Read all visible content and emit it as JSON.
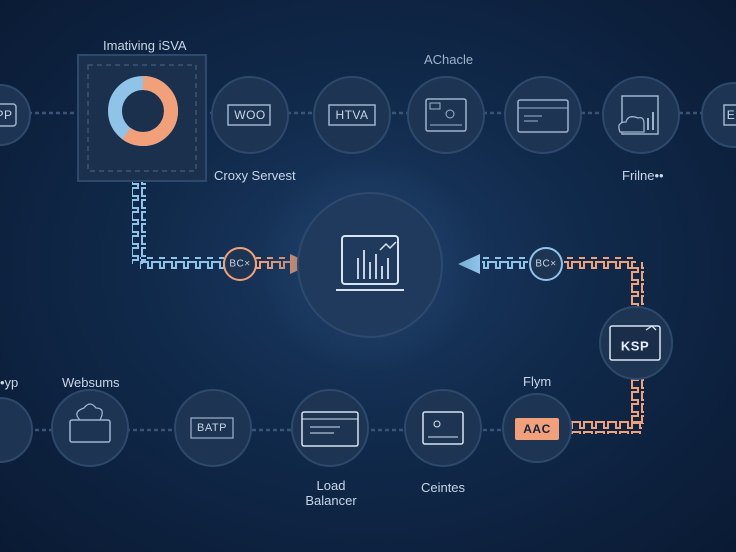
{
  "labels": {
    "top_left": "Imativing iSVA",
    "top_center": "AChacle",
    "proxy": "Croxy Servest",
    "top_right": "Frilne••",
    "mid_left": "Websums",
    "far_left": "•yp",
    "flym": "Flym",
    "load_balancer_line1": "Load",
    "load_balancer_line2": "Balancer",
    "ceintes": "Ceintes"
  },
  "nodes": {
    "far_left_top": "PP",
    "woo": "WOO",
    "htva": "HTVA",
    "far_right_top": "E",
    "bcx_left": "BC×",
    "bcx_right": "BC×",
    "ksp": "KSP",
    "aac": "AAC",
    "batp": "BATP"
  },
  "chart": {
    "donut_fraction_orange": 0.6
  },
  "colors": {
    "orange": "#f2a07a",
    "blue": "#8fc3e8",
    "node_fill": "#1d3452",
    "node_stroke": "#2d4a6d"
  }
}
